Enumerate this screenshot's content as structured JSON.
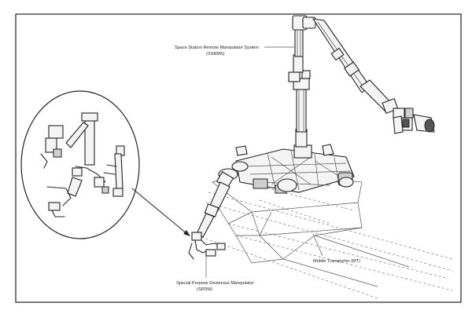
{
  "labels": {
    "ssrms_line1": "Space Station Remote Manipulator System",
    "ssrms_line2": "(SSRMS)",
    "mt": "Mobile Transporter (MT)",
    "spdm_line1": "Special Purpose Dexterous Manipulator",
    "spdm_line2": "(SPDM)"
  },
  "colors": {
    "line": "#222222",
    "background": "#ffffff"
  }
}
